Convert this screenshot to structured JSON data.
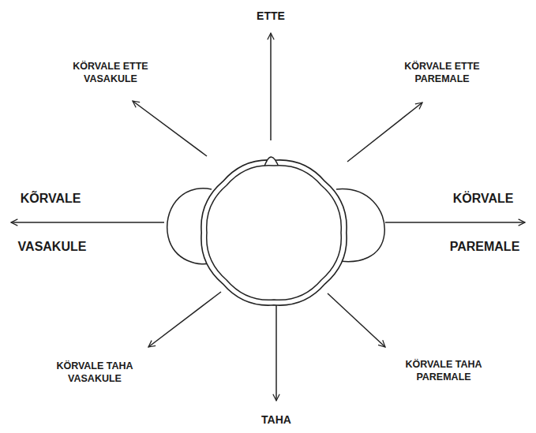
{
  "diagram": {
    "labels": [
      "ETTE",
      "KÖRVALE ETTE VASAKULE",
      "KÖRVALE ETTE PAREMALE",
      "KÕRVALE",
      "KÖRVALE",
      "VASAKULE",
      "PAREMALE",
      "KÖRVALE TAHA VASAKULE",
      "KÖRVALE TAHA PAREMALE",
      "TAHA"
    ]
  }
}
